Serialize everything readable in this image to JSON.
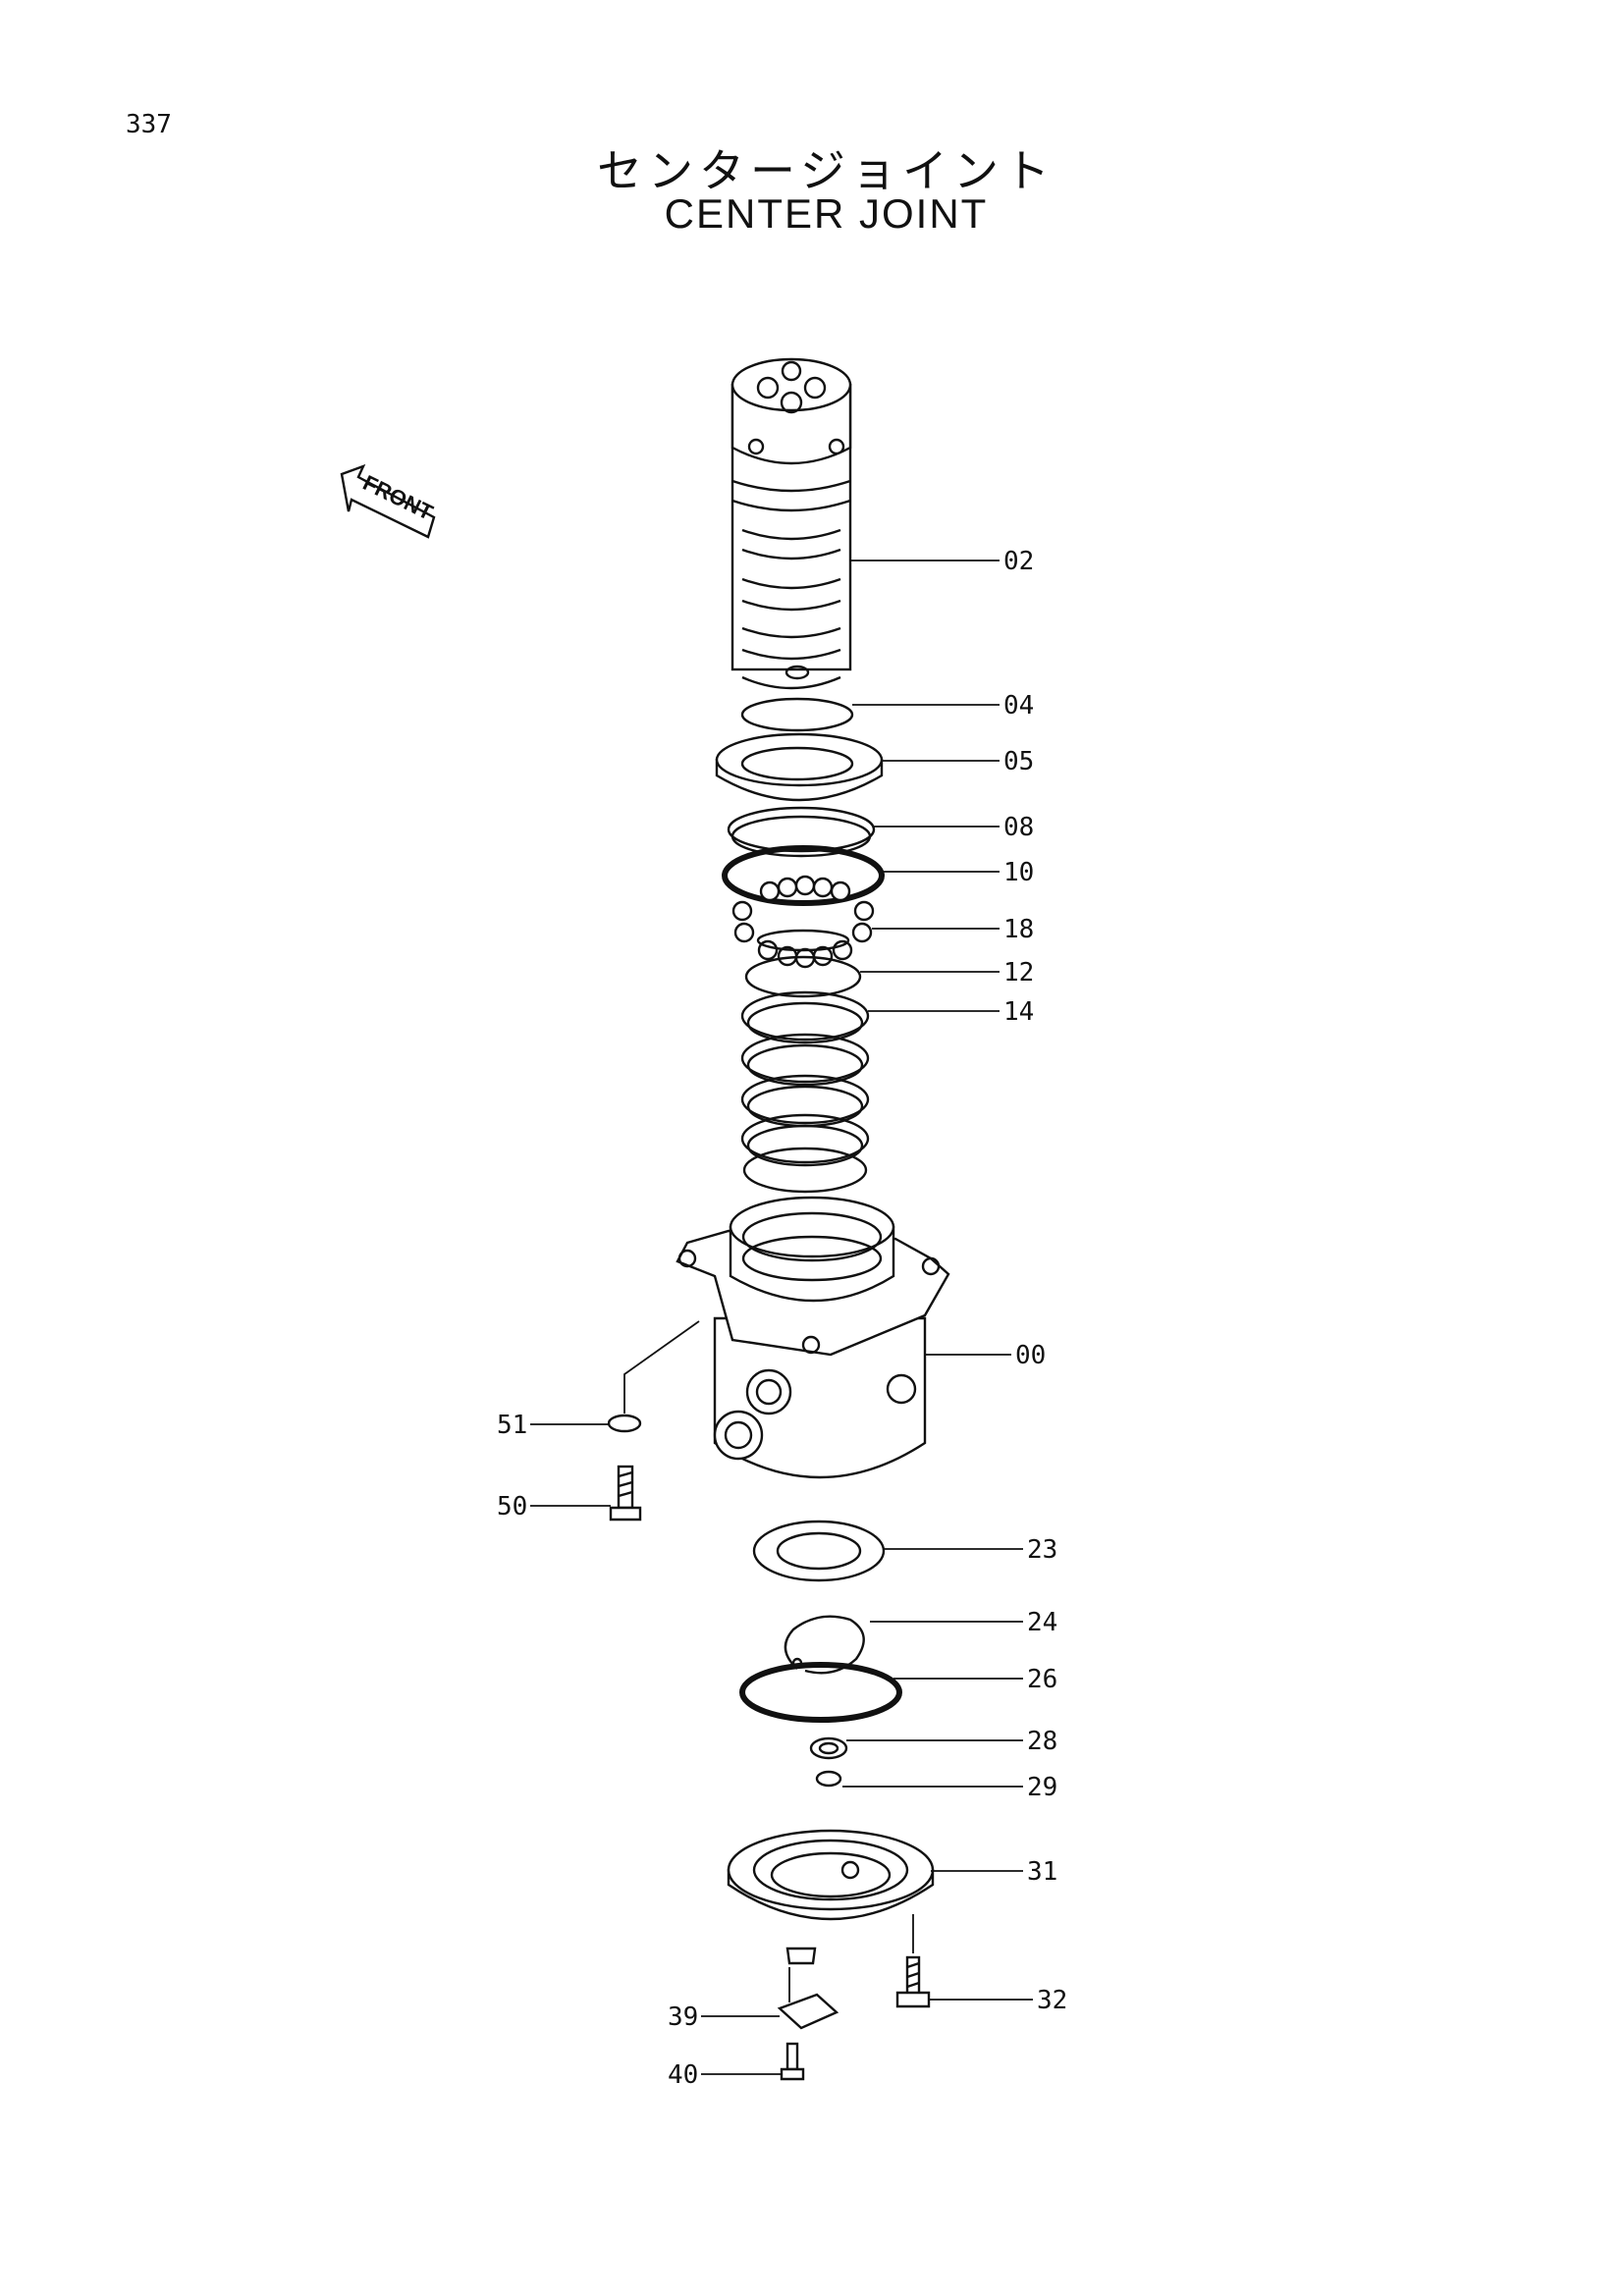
{
  "page_number": "337",
  "title_jp": "センタージョイント",
  "title_en": "CENTER JOINT",
  "front_label": "FRONT",
  "callouts": [
    "02",
    "04",
    "05",
    "08",
    "10",
    "18",
    "12",
    "14",
    "00",
    "51",
    "50",
    "23",
    "24",
    "26",
    "28",
    "29",
    "31",
    "32",
    "39",
    "40"
  ]
}
